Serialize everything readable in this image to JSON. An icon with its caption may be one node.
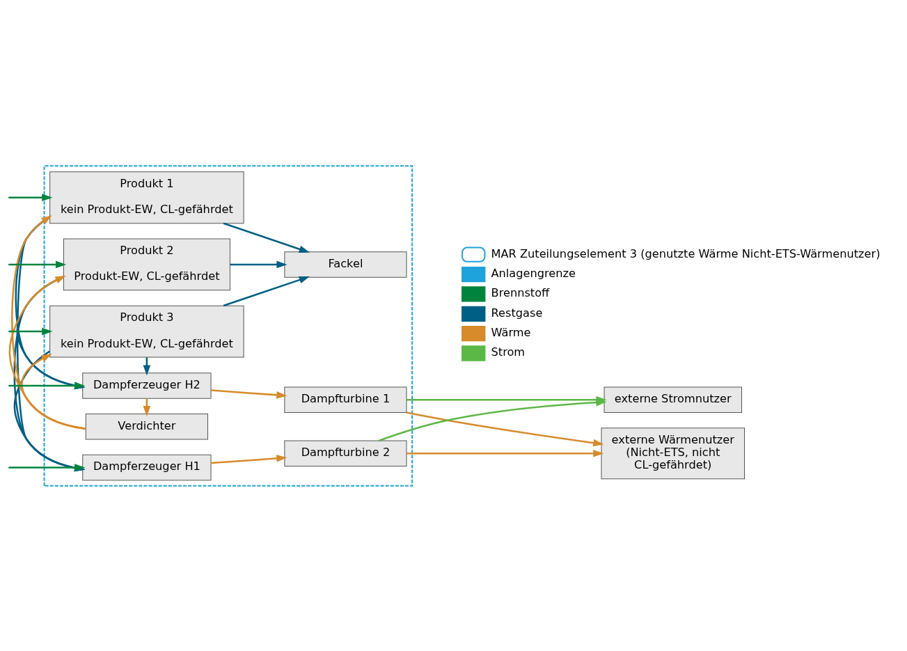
{
  "diagram": {
    "nodes": [
      {
        "text": [],
        "shape": "box"
      },
      {
        "text": [
          "Produkt 1",
          "kein Produkt-EW, CL-gefährdet"
        ],
        "in": 0
      },
      {
        "text": [
          "Produkt 2",
          "Produkt-EW, CL-gefährdet"
        ],
        "in": 0
      },
      {
        "text": [
          "Produkt 3",
          "kein Produkt-EW, CL-gefährdet"
        ],
        "in": 0
      },
      {
        "text": [
          "Dampferzeuger H1"
        ],
        "in": 0
      },
      {
        "text": [
          "Dampferzeuger H2"
        ],
        "in": 0
      },
      {
        "text": [
          "Verdichter"
        ],
        "in": 0
      },
      {
        "text": [
          "Fackel"
        ],
        "in": 0
      },
      {
        "text": [
          "Dampfturbine 1"
        ],
        "in": 0
      },
      {
        "text": [
          "Dampfturbine 2"
        ],
        "in": 0
      },
      {
        "text": [
          "externe Wärmenutzer (Nicht-ETS, nicht CL-gefährdet)"
        ]
      },
      {
        "text": [
          "externe Stromnutzer"
        ]
      }
    ],
    "edges": [
      {
        "from": null,
        "to": 1,
        "arrow": "to",
        "color": "#00843d"
      },
      {
        "from": null,
        "to": 2,
        "arrow": "to",
        "color": "#00843d"
      },
      {
        "from": null,
        "to": 3,
        "arrow": "to",
        "color": "#00843d"
      },
      {
        "from": null,
        "to": 4,
        "arrow": "to",
        "color": "#00843d"
      },
      {
        "from": null,
        "to": 5,
        "arrow": "to",
        "color": "#00843d"
      },
      {
        "from": 6,
        "to": 1,
        "arrow": "to",
        "color": "#d78b2b"
      },
      {
        "from": 6,
        "to": 2,
        "arrow": "to",
        "color": "#d78b2b"
      },
      {
        "from": 6,
        "to": 3,
        "arrow": "to",
        "color": "#d78b2b"
      },
      {
        "from": 1,
        "to": 7,
        "arrow": "to",
        "color": "#005f85"
      },
      {
        "from": 2,
        "to": 7,
        "arrow": "to",
        "color": "#005f85"
      },
      {
        "from": 3,
        "to": 7,
        "arrow": "to",
        "color": "#005f85"
      },
      {
        "from": 1,
        "to": 4,
        "arrow": "to",
        "color": "#005f85"
      },
      {
        "from": 2,
        "to": 4,
        "arrow": "to",
        "color": "#005f85"
      },
      {
        "from": 3,
        "to": 4,
        "arrow": "to",
        "color": "#005f85"
      },
      {
        "from": 1,
        "to": 5,
        "arrow": "to",
        "color": "#005f85"
      },
      {
        "from": 2,
        "to": 5,
        "arrow": "to",
        "color": "#005f85"
      },
      {
        "from": 3,
        "to": 5,
        "arrow": "to",
        "color": "#005f85"
      },
      {
        "from": 4,
        "to": 9,
        "arrow": "to",
        "color": "#d78b2b"
      },
      {
        "from": 5,
        "to": 8,
        "arrow": "to",
        "color": "#d78b2b"
      },
      {
        "from": 5,
        "to": 6,
        "arrow": "to",
        "color": "#d78b2b"
      },
      {
        "from": 8,
        "to": 10,
        "arrow": "to",
        "color": "#d78b2b"
      },
      {
        "from": 9,
        "to": 10,
        "arrow": "to",
        "color": "#d78b2b"
      },
      {
        "from": 8,
        "to": 11,
        "arrow": "to",
        "color": "#5cb846"
      },
      {
        "from": 9,
        "to": 11,
        "arrow": "to",
        "color": "#5cb846"
      }
    ],
    "legend": [
      {
        "text": "MAR Zuteilungselement 3 (genutzte Wärme Nicht-ETS-Wärmenutzer)"
      },
      {
        "text": "Anlagengrenze",
        "color": "#1fa3dc"
      },
      {
        "text": "Brennstoff",
        "color": "#00843d"
      },
      {
        "text": "Restgase",
        "color": "#005f85"
      },
      {
        "text": "Wärme",
        "color": "#d78b2b"
      },
      {
        "text": "Strom",
        "color": "#5cb846"
      }
    ]
  }
}
